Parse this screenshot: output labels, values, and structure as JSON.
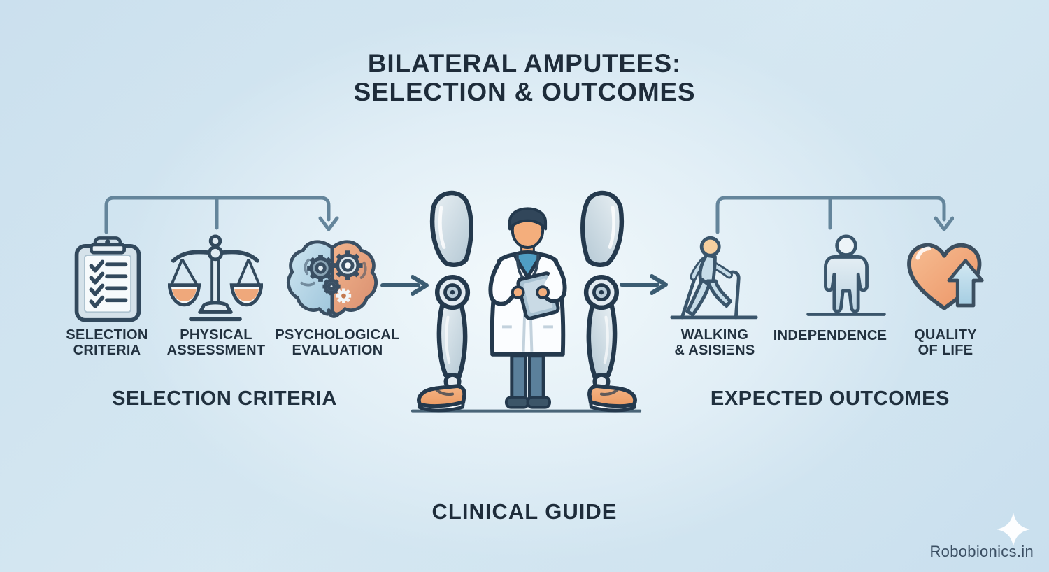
{
  "title": {
    "line1": "BILATERAL AMPUTEES:",
    "line2": "SELECTION & OUTCOMES"
  },
  "left_group": {
    "caption": "SELECTION CRITERIA",
    "items": [
      {
        "icon": "clipboard-checklist-icon",
        "line1": "SELECTION",
        "line2": "CRITERIA"
      },
      {
        "icon": "balance-scale-icon",
        "line1": "PHYSICAL",
        "line2": "ASSESSMENT"
      },
      {
        "icon": "brain-gears-icon",
        "line1": "PSYCHOLOGICAL",
        "line2": "EVALUATION"
      }
    ]
  },
  "right_group": {
    "caption": "EXPECTED OUTCOMES",
    "items": [
      {
        "icon": "walking-with-aids-icon",
        "line1": "WALKING",
        "line2": "& ASISIΞNS"
      },
      {
        "icon": "standing-person-icon",
        "line1": "INDEPENDENCE",
        "line2": ""
      },
      {
        "icon": "heart-up-arrow-icon",
        "line1": "QUALITY",
        "line2": "OF LIFE"
      }
    ]
  },
  "center": {
    "illustration": "doctor-with-bilateral-prosthetic-legs"
  },
  "footer": {
    "text": "CLINICAL GUIDE"
  },
  "watermark": {
    "icon": "sparkle-icon",
    "text": "Robobionics.in"
  },
  "colors": {
    "background": "#cfe2ee",
    "ink": "#1e2c3a",
    "connector": "#64859b",
    "arrow": "#3b5c72",
    "icon_outline": "#32495d",
    "accent_orange": "#f0a572",
    "accent_blue": "#bcdcec"
  }
}
